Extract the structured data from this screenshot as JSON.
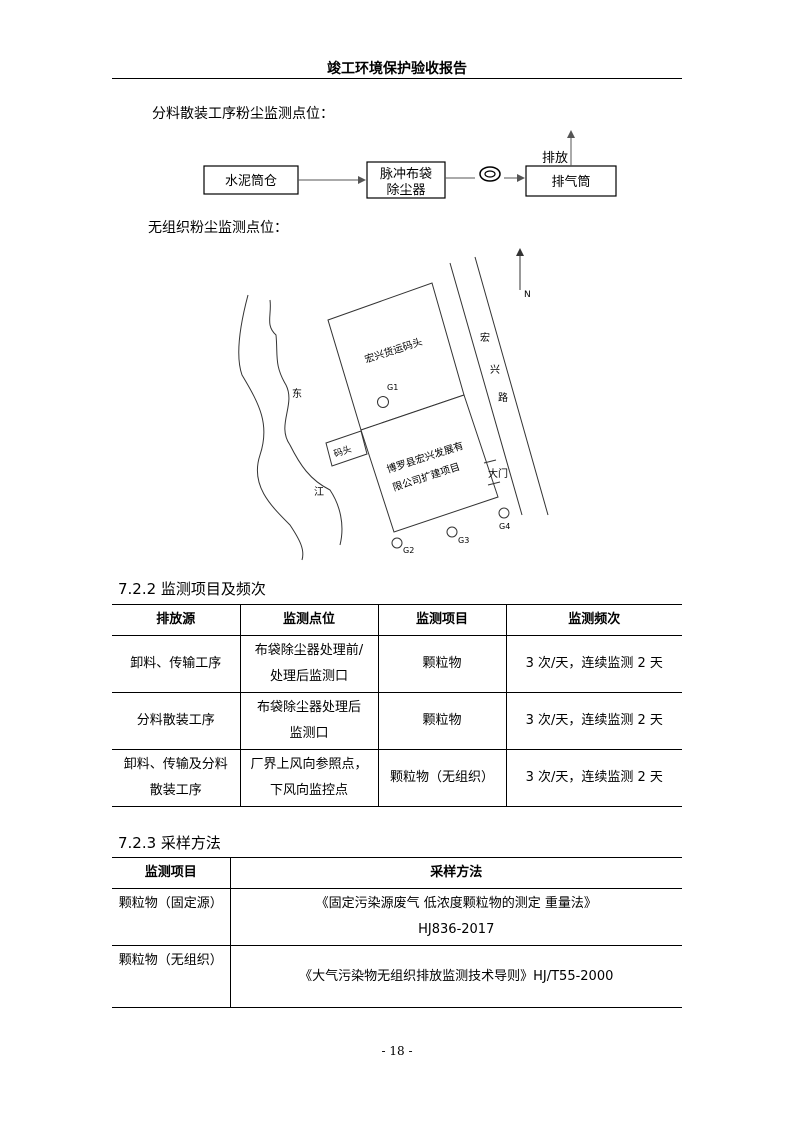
{
  "header": {
    "title": "竣工环境保护验收报告"
  },
  "captions": {
    "flow": "分料散装工序粉尘监测点位：",
    "map": "无组织粉尘监测点位："
  },
  "flow_diagram": {
    "box1": "水泥筒仓",
    "box2_line1": "脉冲布袋",
    "box2_line2": "除尘器",
    "box3": "排气筒",
    "exhaust_label": "排放"
  },
  "site_map": {
    "north": "N",
    "river_char1": "东",
    "river_char2": "江",
    "dock_label": "宏兴货运码头",
    "project_line1": "博罗县宏兴发展有",
    "project_line2": "限公司扩建项目",
    "pier_label": "码头",
    "road_char1": "宏",
    "road_char2": "兴",
    "road_char3": "路",
    "gate_label": "大门",
    "points": [
      "G1",
      "G2",
      "G3",
      "G4"
    ]
  },
  "section_722": {
    "heading": "7.2.2 监测项目及频次",
    "headers": [
      "排放源",
      "监测点位",
      "监测项目",
      "监测频次"
    ],
    "rows": [
      {
        "source": "卸料、传输工序",
        "point_l1": "布袋除尘器处理前/",
        "point_l2": "处理后监测口",
        "item": "颗粒物",
        "freq": "3 次/天，连续监测 2 天"
      },
      {
        "source": "分料散装工序",
        "point_l1": "布袋除尘器处理后",
        "point_l2": "监测口",
        "item": "颗粒物",
        "freq": "3 次/天，连续监测 2 天"
      },
      {
        "source_l1": "卸料、传输及分料",
        "source_l2": "散装工序",
        "point_l1": "厂界上风向参照点，",
        "point_l2": "下风向监控点",
        "item": "颗粒物（无组织）",
        "freq": "3 次/天，连续监测 2 天"
      }
    ]
  },
  "section_723": {
    "heading": "7.2.3 采样方法",
    "headers": [
      "监测项目",
      "采样方法"
    ],
    "rows": [
      {
        "item": "颗粒物（固定源）",
        "method_l1": "《固定污染源废气 低浓度颗粒物的测定 重量法》",
        "method_l2": "HJ836-2017"
      },
      {
        "item": "颗粒物（无组织）",
        "method_l1": "《大气污染物无组织排放监测技术导则》HJ/T55-2000"
      }
    ]
  },
  "footer": {
    "page": "- 18 -"
  }
}
